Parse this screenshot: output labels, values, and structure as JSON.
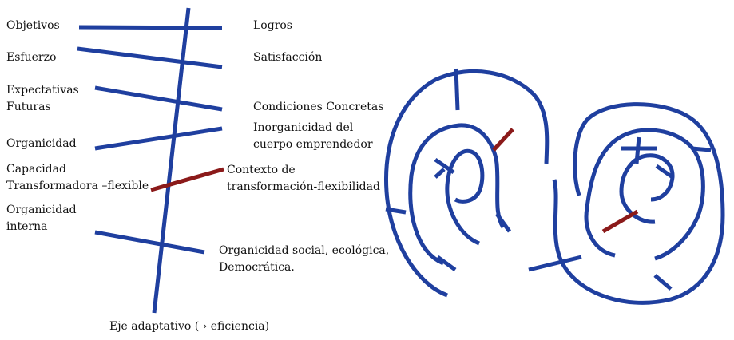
{
  "colors": {
    "line_blue": "#1f3f9f",
    "accent_red": "#8b1a1a",
    "text": "#111111",
    "background": "#ffffff"
  },
  "left_labels": {
    "objetivos": "Objetivos",
    "esfuerzo": "Esfuerzo",
    "expectativas": "Expectativas\nFuturas",
    "organicidad": "Organicidad",
    "capacidad": "Capacidad\nTransformadora –flexible",
    "organicidad_interna": "Organicidad\ninterna"
  },
  "right_labels": {
    "logros": "Logros",
    "satisfaccion": "Satisfacción",
    "condiciones": "Condiciones Concretas",
    "inorganicidad": "Inorganicidad del\ncuerpo emprendedor",
    "contexto": "Contexto de\ntransformación-flexibilidad",
    "organicidad_social": "Organicidad social, ecológica,\nDemocrática."
  },
  "axis_label": "Eje adaptativo ( › eficiencia)"
}
